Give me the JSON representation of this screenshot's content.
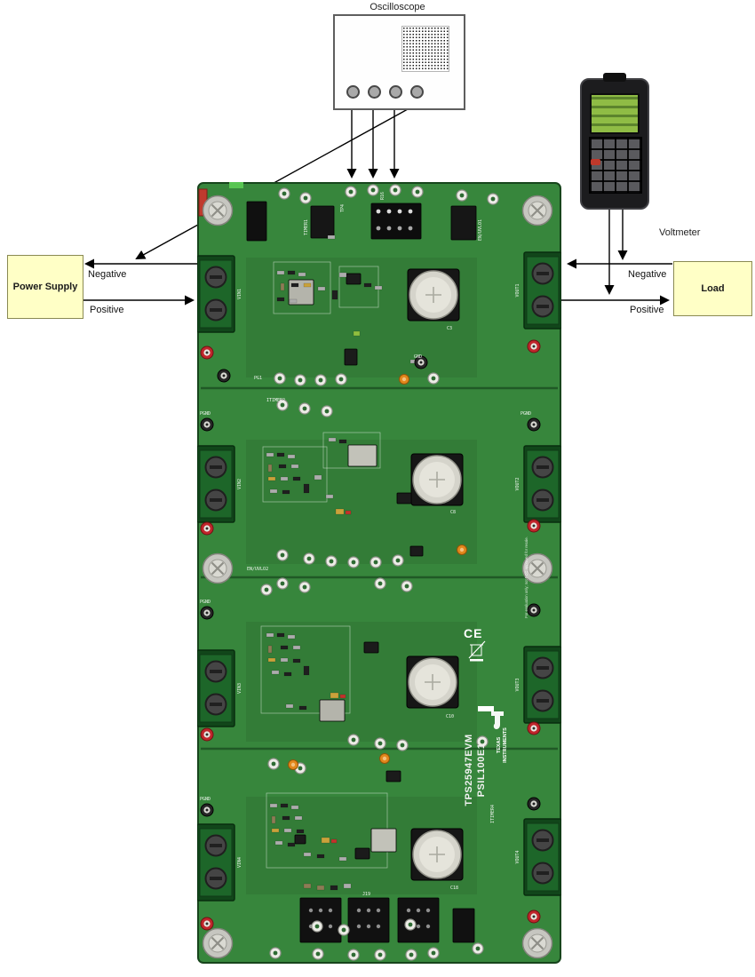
{
  "instruments": {
    "oscilloscope": {
      "label": "Oscilloscope"
    },
    "voltmeter": {
      "label": "Voltmeter"
    },
    "power_supply": {
      "label": "Power Supply"
    },
    "load": {
      "label": "Load"
    }
  },
  "wire_labels": {
    "supply_negative": "Negative",
    "supply_positive": "Positive",
    "load_negative": "Negative",
    "load_positive": "Positive"
  },
  "board": {
    "part_number": "TPS25947EVM",
    "board_id": "PSIL100E1",
    "manufacturer_line1": "TEXAS",
    "manufacturer_line2": "INSTRUMENTS",
    "ce_mark": "CE",
    "disclaimer": "For evaluation only; not FCC approved for resale.",
    "connector_labels": {
      "vin1": "VIN1",
      "vin2": "VIN2",
      "vin3": "VIN3",
      "vin4": "VIN4",
      "vout1": "VOUT1",
      "vout2": "VOUT2",
      "vout3": "VOUT3",
      "vout4": "VOUT4"
    },
    "silkscreen": [
      "TP4",
      "TIMER1",
      "R16",
      "EN/UVLO1",
      "C3",
      "C8",
      "C10",
      "C18",
      "PGND",
      "GND",
      "ITIMER2",
      "ITIMER4",
      "PG1",
      "EN/UVLO2",
      "J19"
    ]
  },
  "colors": {
    "board_green": "#37863c",
    "board_dark_green": "#1e5524",
    "terminal_green": "#1d6629",
    "instrument_yellow": "#ffffc6",
    "test_point_red": "#c0262c",
    "capacitor_silver": "#d5d4cb",
    "meter_screen_green": "#8fbc45",
    "wire_black": "#000000"
  }
}
